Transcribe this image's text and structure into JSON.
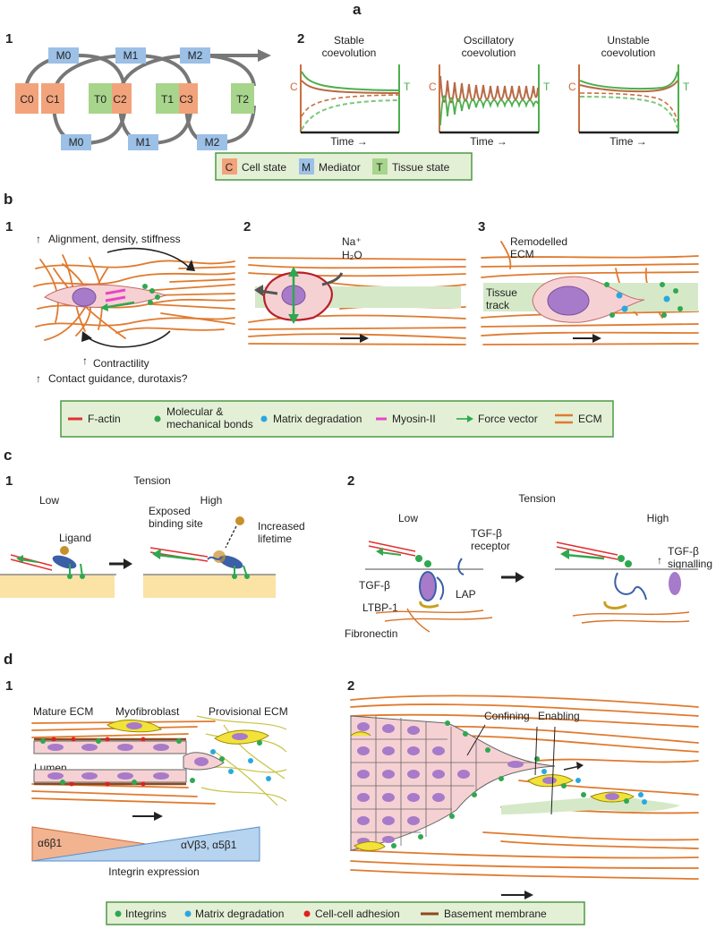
{
  "panel_labels": {
    "a": "a",
    "b": "b",
    "c": "c",
    "d": "d"
  },
  "a": {
    "sub1": "1",
    "sub2": "2",
    "cycle": {
      "cells": [
        "C0",
        "C1",
        "C2",
        "C3"
      ],
      "tissues": [
        "T0",
        "T1",
        "T2"
      ],
      "mediators_top": [
        "M0",
        "M1",
        "M2"
      ],
      "mediators_bottom": [
        "M0",
        "M1",
        "M2"
      ]
    },
    "plots": [
      {
        "title_line1": "Stable",
        "title_line2": "coevolution",
        "left": "C",
        "right": "T",
        "xlabel": "Time →"
      },
      {
        "title_line1": "Oscillatory",
        "title_line2": "coevolution",
        "left": "C",
        "right": "T",
        "xlabel": "Time →"
      },
      {
        "title_line1": "Unstable",
        "title_line2": "coevolution",
        "left": "C",
        "right": "T",
        "xlabel": "Time →"
      }
    ],
    "legend": [
      {
        "key": "C",
        "text": "Cell state",
        "color": "#f2a37b"
      },
      {
        "key": "M",
        "text": "Mediator",
        "color": "#9cc0e6"
      },
      {
        "key": "T",
        "text": "Tissue state",
        "color": "#a7d58c"
      }
    ]
  },
  "b": {
    "sub1": "1",
    "sub2": "2",
    "sub3": "3",
    "alignment": "Alignment, density, stiffness",
    "contractility": "Contractility",
    "contact": "Contact guidance, durotaxis?",
    "na": "Na⁺",
    "h2o": "H₂O",
    "remodelled1": "Remodelled",
    "remodelled2": "ECM",
    "tissue1": "Tissue",
    "tissue2": "track",
    "legend": [
      {
        "text": "F-actin",
        "color": "#e23030"
      },
      {
        "text": "Molecular &",
        "text2": "mechanical bonds",
        "color": "#2fa84f"
      },
      {
        "text": "Matrix degradation",
        "color": "#29a8e0"
      },
      {
        "text": "Myosin-II",
        "color": "#e845c8"
      },
      {
        "text": "Force vector",
        "color": "#2fa84f"
      },
      {
        "text": "ECM",
        "color": "#e07a2e"
      }
    ]
  },
  "c": {
    "sub1": "1",
    "sub2": "2",
    "tension1": "Tension",
    "low1": "Low",
    "high1": "High",
    "ligand": "Ligand",
    "exposed1": "Exposed",
    "exposed2": "binding site",
    "increased1": "Increased",
    "increased2": "lifetime",
    "tension2": "Tension",
    "low2": "Low",
    "high2": "High",
    "tgf_receptor1": "TGF-β",
    "tgf_receptor2": "receptor",
    "tgf": "TGF-β",
    "lap": "LAP",
    "ltbp": "LTBP-1",
    "fibronectin": "Fibronectin",
    "signalling1": "TGF-β",
    "signalling2": "signalling"
  },
  "d": {
    "sub1": "1",
    "sub2": "2",
    "mature": "Mature ECM",
    "myofibroblast": "Myofibroblast",
    "provisional": "Provisional ECM",
    "lumen": "Lumen",
    "a6b1": "α6β1",
    "avb3": "αVβ3, α5β1",
    "integrin_expression": "Integrin expression",
    "confining": "Confining",
    "enabling": "Enabling",
    "legend": [
      {
        "text": "Integrins",
        "color": "#2fa84f"
      },
      {
        "text": "Matrix degradation",
        "color": "#29a8e0"
      },
      {
        "text": "Cell-cell adhesion",
        "color": "#e02020"
      },
      {
        "text": "Basement membrane",
        "color": "#8b4a1f"
      }
    ]
  },
  "colors": {
    "cell": "#f2a37b",
    "mediator": "#9cc0e6",
    "tissue": "#a7d58c",
    "ecm": "#e07a2e",
    "nucleus": "#a77bc9"
  }
}
